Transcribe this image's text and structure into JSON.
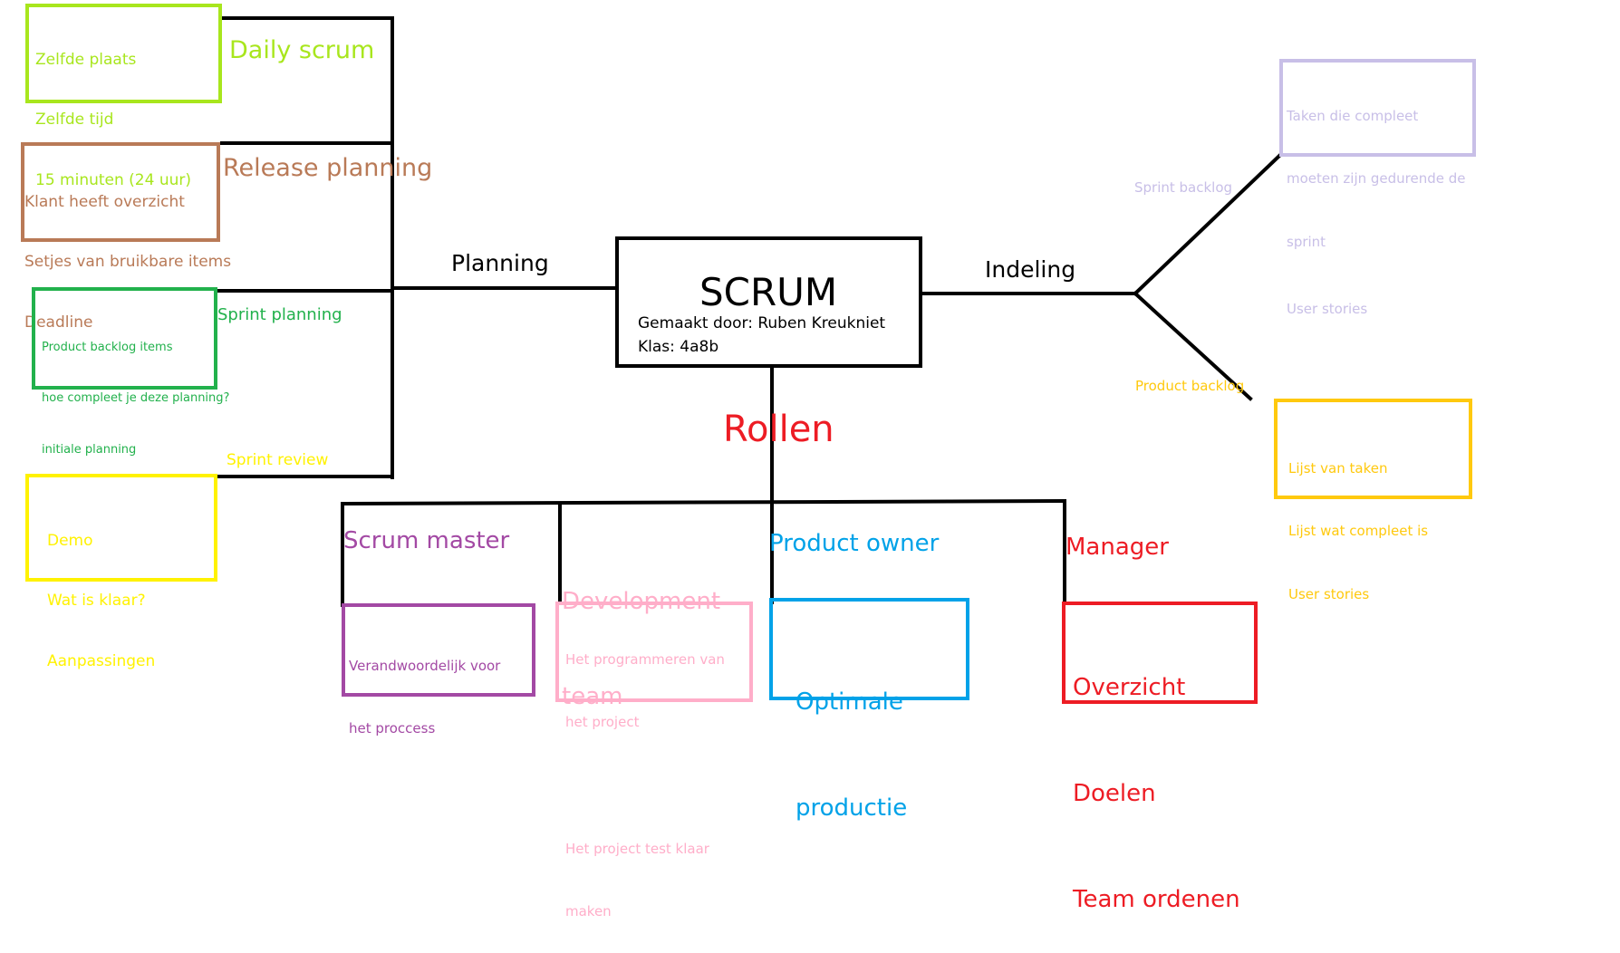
{
  "colors": {
    "black": "#000000",
    "lime": "#a8e61d",
    "brown": "#b97a57",
    "green": "#22b14c",
    "yellow": "#fff200",
    "purple": "#a349a4",
    "pink": "#ffaec9",
    "blue": "#00a2e8",
    "red": "#ed1c24",
    "lavender": "#c8bfe7",
    "gold": "#ffc90e"
  },
  "center": {
    "title": "SCRUM",
    "made_by": "Gemaakt door: Ruben Kreukniet",
    "klas": "Klas: 4a8b"
  },
  "branches": {
    "planning": "Planning",
    "indeling": "Indeling",
    "rollen": "Rollen"
  },
  "planning_items": {
    "daily_scrum": {
      "label": "Daily scrum",
      "lines": [
        "Zelfde plaats",
        "Zelfde tijd",
        "15 minuten (24 uur)"
      ]
    },
    "release_planning": {
      "label": "Release planning",
      "lines": [
        "Klant heeft overzicht",
        "Setjes van bruikbare items",
        "Deadline"
      ]
    },
    "sprint_planning": {
      "label": "Sprint planning",
      "lines": [
        "Product backlog items",
        "hoe compleet je deze planning?",
        "initiale planning"
      ]
    },
    "sprint_review": {
      "label": "Sprint review",
      "lines": [
        "Demo",
        "Wat is klaar?",
        "Aanpassingen"
      ]
    }
  },
  "indeling_items": {
    "sprint_backlog": {
      "label": "Sprint backlog",
      "lines": [
        "Taken die compleet",
        "moeten zijn gedurende de",
        "sprint",
        "User stories"
      ]
    },
    "product_backlog": {
      "label": "Product backlog",
      "lines": [
        "Lijst van taken",
        "Lijst wat compleet is",
        "User stories"
      ]
    }
  },
  "roles": {
    "scrum_master": {
      "label": "Scrum master",
      "lines": [
        "Verandwoordelijk voor",
        "het proccess"
      ]
    },
    "development_team": {
      "label_line1": "Development",
      "label_line2": "team",
      "lines": [
        "Het programmeren van",
        "het project",
        "",
        "Het project test klaar",
        "maken"
      ]
    },
    "product_owner": {
      "label": "Product owner",
      "lines": [
        "Optimale",
        "productie"
      ]
    },
    "manager": {
      "label": "Manager",
      "lines": [
        "Overzicht",
        "Doelen",
        "Team ordenen"
      ]
    }
  }
}
